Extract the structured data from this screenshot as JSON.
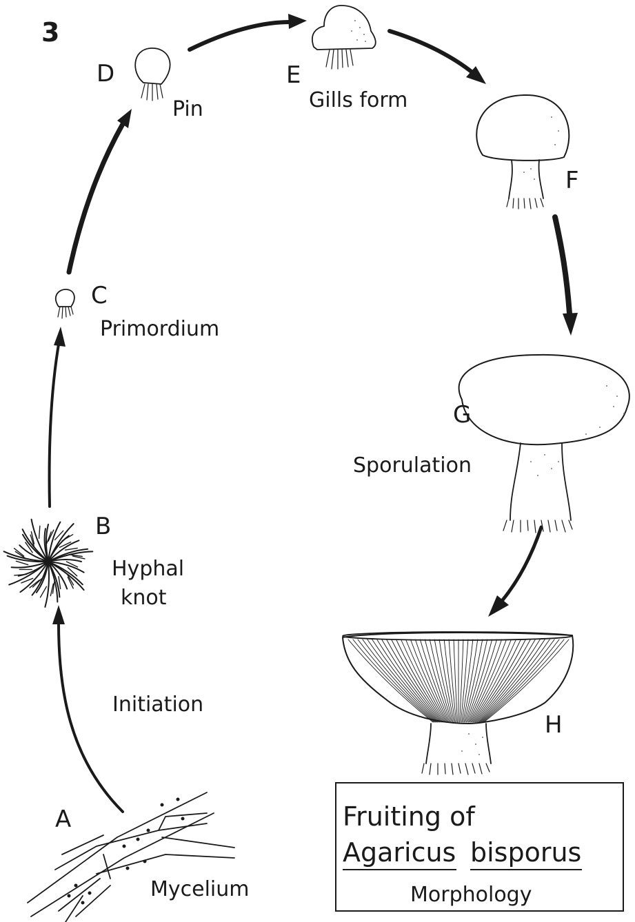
{
  "figure": {
    "number": "3"
  },
  "stages": [
    {
      "id": "A",
      "letter": "A",
      "caption": "Mycelium"
    },
    {
      "id": "B",
      "letter": "B",
      "caption_line1": "Hyphal",
      "caption_line2": "knot"
    },
    {
      "id": "C",
      "letter": "C",
      "caption": "Primordium"
    },
    {
      "id": "D",
      "letter": "D",
      "caption": "Pin"
    },
    {
      "id": "E",
      "letter": "E",
      "caption": "Gills form"
    },
    {
      "id": "F",
      "letter": "F",
      "caption": ""
    },
    {
      "id": "G",
      "letter": "G",
      "caption": "Sporulation"
    },
    {
      "id": "H",
      "letter": "H",
      "caption": ""
    }
  ],
  "transitions": {
    "a_to_b": "Initiation"
  },
  "legend_box": {
    "title_line1": "Fruiting of",
    "genus": "Agaricus",
    "species": "bisporus",
    "subtitle": "Morphology"
  },
  "colors": {
    "ink": "#1a1a1a",
    "background": "#ffffff"
  }
}
